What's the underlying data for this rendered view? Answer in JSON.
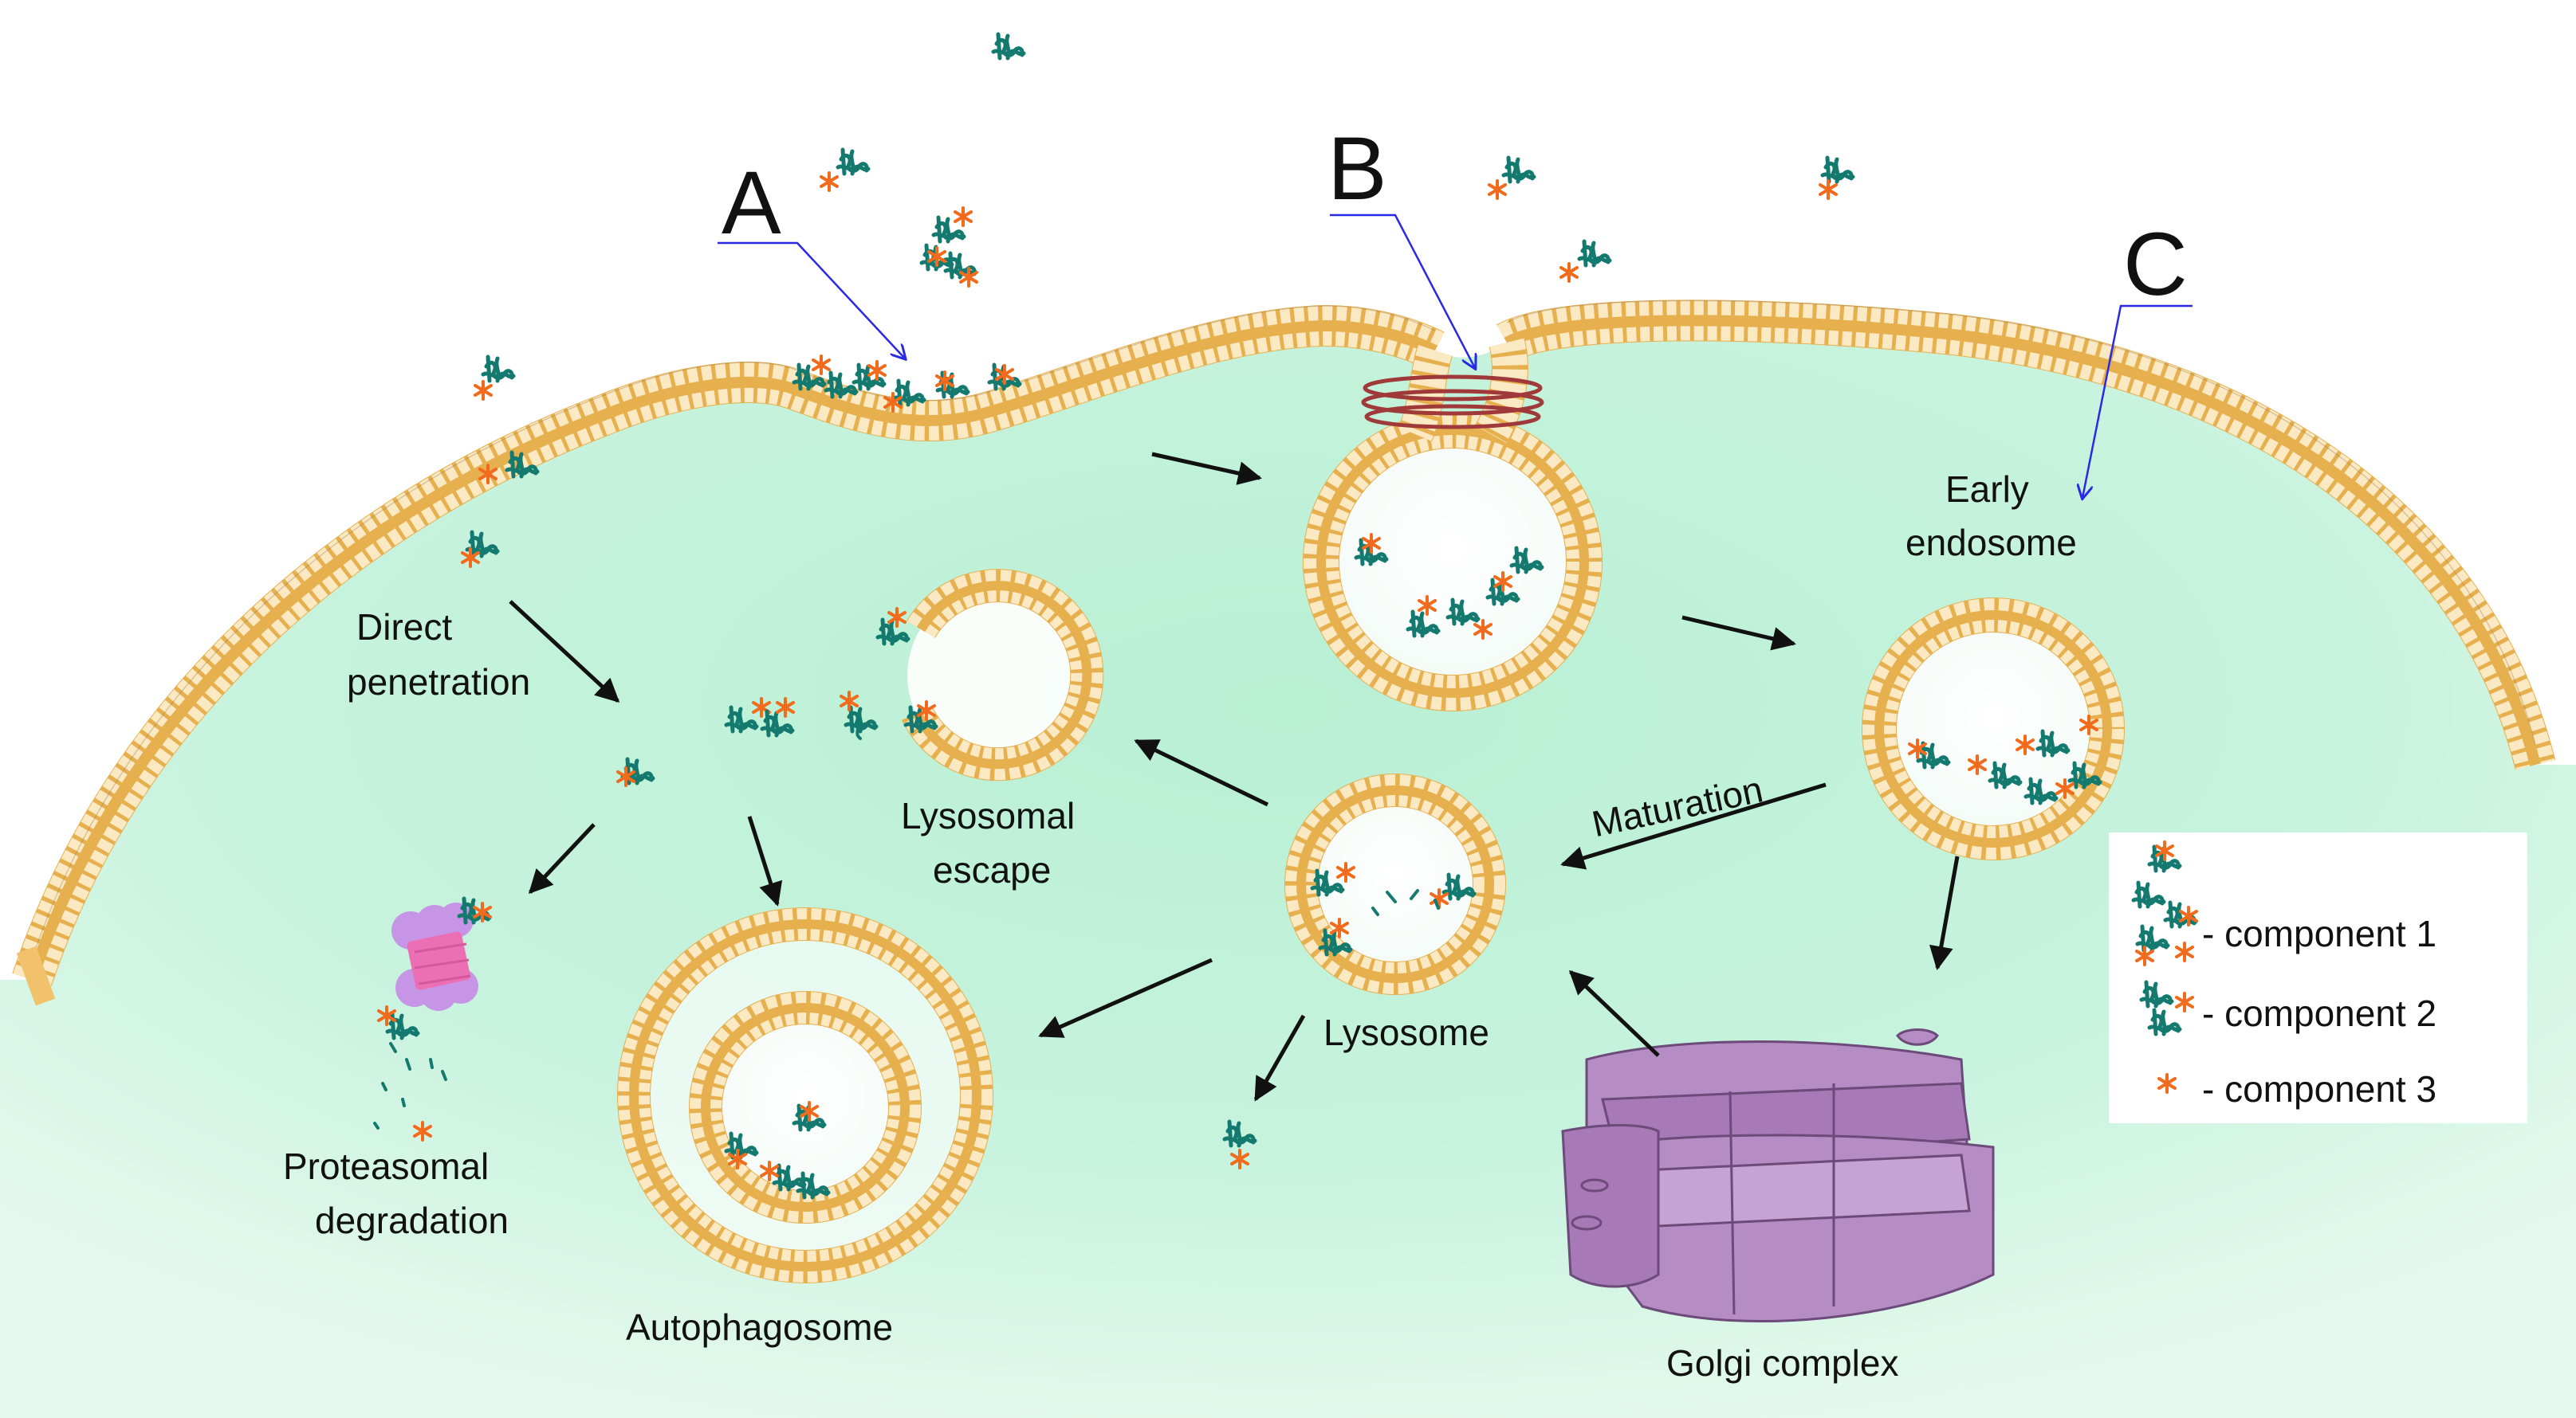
{
  "markers": {
    "a": "A",
    "b": "B",
    "c": "C"
  },
  "labels": {
    "direct_penetration": [
      "Direct",
      "penetration"
    ],
    "lysosomal_escape": [
      "Lysosomal",
      "escape"
    ],
    "early_endosome": [
      "Early",
      "endosome"
    ],
    "maturation": "Maturation",
    "lysosome": "Lysosome",
    "proteasomal_degradation": [
      "Proteasomal",
      "degradation"
    ],
    "autophagosome": "Autophagosome",
    "golgi_complex": "Golgi complex"
  },
  "legend": {
    "items": [
      {
        "label": "- component 1",
        "icon": "cluster-icon"
      },
      {
        "label": "- component 2",
        "icon": "strand-icon"
      },
      {
        "label": "- component 3",
        "icon": "star-icon"
      }
    ]
  },
  "colors": {
    "cytoplasm": "#c4f2da",
    "membrane_head": "#f4d9a3",
    "membrane_tail": "#e7b04f",
    "component_strand": "#147a70",
    "component_star": "#f26a1b",
    "golgi": "#b58cc3",
    "pointer": "#2929e6",
    "arrow": "#111111",
    "constriction_ring": "#a03a3a",
    "proteasome_core": "#ec6fb5",
    "proteasome_cap": "#c795e6"
  }
}
